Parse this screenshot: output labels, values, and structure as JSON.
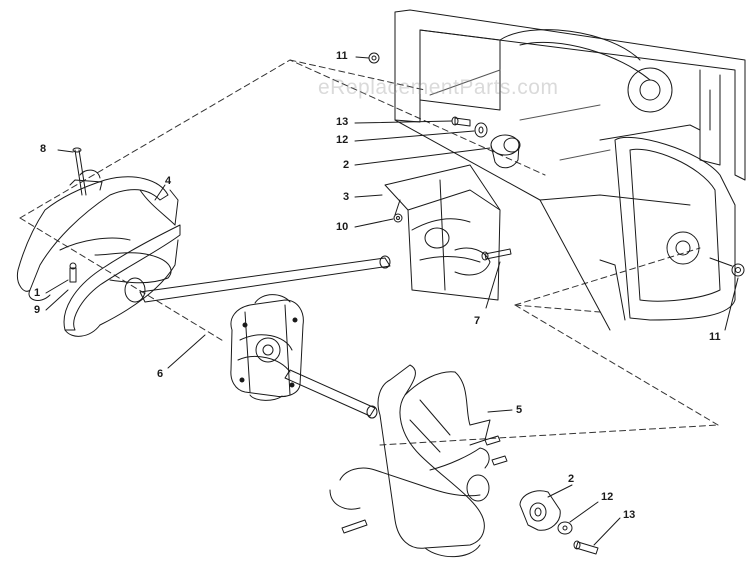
{
  "watermark": "eReplacementParts.com",
  "callouts": {
    "c8": "8",
    "c4": "4",
    "c1": "1",
    "c9": "9",
    "c6": "6",
    "c11_top": "11",
    "c13_top": "13",
    "c12_top": "12",
    "c2_top": "2",
    "c3": "3",
    "c10": "10",
    "c7": "7",
    "c11_right": "11",
    "c5": "5",
    "c2_bottom": "2",
    "c12_bottom": "12",
    "c13_bottom": "13"
  },
  "colors": {
    "line": "#1a1a1a",
    "dash": "#333333",
    "shade": "#555555"
  }
}
